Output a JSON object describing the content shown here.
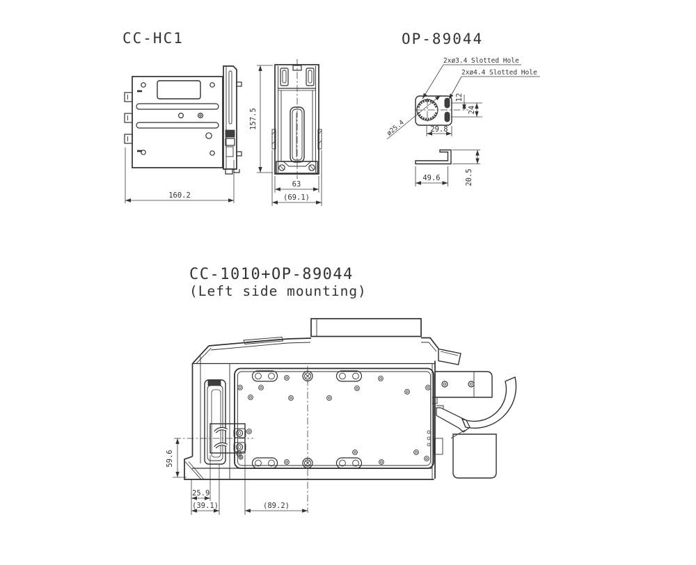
{
  "page": {
    "background": "#ffffff",
    "line_color": "#2f2f2f"
  },
  "cc_hc1": {
    "title": "CC-HC1",
    "dims": {
      "overall_width": "160.2",
      "overall_height": "157.5",
      "front_width": "63",
      "front_overall_width": "(69.1)"
    }
  },
  "op_89044": {
    "title": "OP-89044",
    "labels": {
      "small_slot": "2xø3.4 Slotted Hole",
      "large_slot": "2xø4.4 Slotted Hole"
    },
    "dims": {
      "hole_diameter": "ø25.4",
      "slot_to_center": "12",
      "slot_pitch": "24",
      "hole_offset": "29.8",
      "bracket_width": "49.6",
      "bracket_height": "20.5"
    }
  },
  "assembly": {
    "title": "CC-1010+OP-89044",
    "subtitle": "(Left side mounting)",
    "dims": {
      "bracket_center_height": "59.6",
      "front_offset": "25.9",
      "front_overall_offset": "(39.1)",
      "bracket_to_center": "(89.2)"
    }
  }
}
